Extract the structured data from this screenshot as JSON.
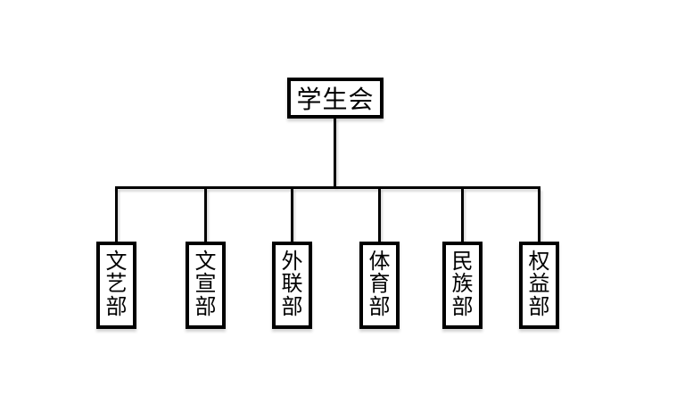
{
  "diagram": {
    "type": "org-chart",
    "root": {
      "label": "学生会"
    },
    "departments": [
      {
        "label": "文艺部"
      },
      {
        "label": "文宣部"
      },
      {
        "label": "外联部"
      },
      {
        "label": "体育部"
      },
      {
        "label": "民族部"
      },
      {
        "label": "权益部"
      }
    ]
  },
  "colors": {
    "line": "#000000",
    "border": "#000000",
    "text": "#000000",
    "background": "#ffffff"
  }
}
